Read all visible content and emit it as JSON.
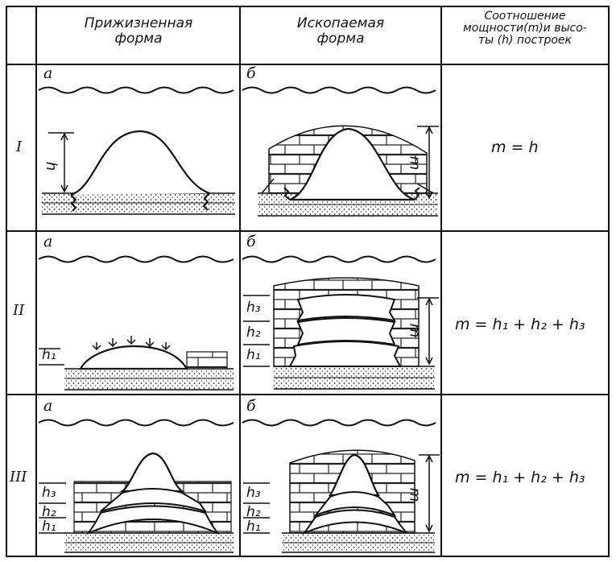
{
  "header": {
    "col_life": [
      "Прижизненная",
      "форма"
    ],
    "col_fossil": [
      "Ископаемая",
      "форма"
    ],
    "col_ratio": [
      "Соотношение",
      "мощности(m)и высо-",
      "ты (h) построек"
    ]
  },
  "rows": [
    {
      "label": "I",
      "panel_a": "а",
      "panel_b": "б",
      "formula": "m = h",
      "a_labels": {
        "h": "h"
      },
      "b_labels": {
        "m": "m"
      }
    },
    {
      "label": "II",
      "panel_a": "а",
      "panel_b": "б",
      "formula": "m = h₁ + h₂ + h₃",
      "a_labels": {
        "h1": "h₁"
      },
      "b_labels": {
        "h3": "h₃",
        "h2": "h₂",
        "h1": "h₁",
        "m": "m"
      }
    },
    {
      "label": "III",
      "panel_a": "а",
      "panel_b": "б",
      "formula": "m = h₁ + h₂ + h₃",
      "a_labels": {
        "h3": "h₃",
        "h2": "h₂",
        "h1": "h₁"
      },
      "b_labels": {
        "h3": "h₃",
        "h2": "h₂",
        "h1": "h₁",
        "m": "m"
      }
    }
  ]
}
